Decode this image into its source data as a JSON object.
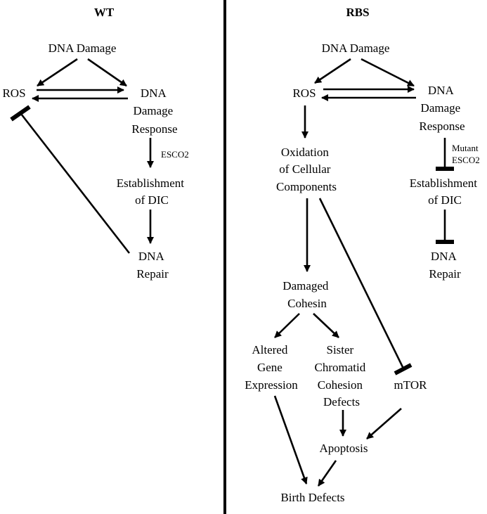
{
  "panels": {
    "wt": {
      "heading": "WT",
      "dna_damage": [
        "DNA Damage"
      ],
      "ros": [
        "ROS"
      ],
      "ddr": [
        "DNA",
        "Damage",
        "Response"
      ],
      "esco2": [
        "ESCO2"
      ],
      "establishment": [
        "Establishment",
        "of DIC"
      ],
      "repair": [
        "DNA",
        "Repair"
      ]
    },
    "rbs": {
      "heading": "RBS",
      "dna_damage": [
        "DNA Damage"
      ],
      "ros": [
        "ROS"
      ],
      "ddr": [
        "DNA",
        "Damage",
        "Response"
      ],
      "mutant_esco2": [
        "Mutant",
        "ESCO2"
      ],
      "establishment": [
        "Establishment",
        "of DIC"
      ],
      "repair": [
        "DNA",
        "Repair"
      ],
      "oxidation": [
        "Oxidation",
        "of Cellular",
        "Components"
      ],
      "damaged_cohesin": [
        "Damaged",
        "Cohesin"
      ],
      "altered_gene": [
        "Altered",
        "Gene",
        "Expression"
      ],
      "sister_chromatid": [
        "Sister",
        "Chromatid",
        "Cohesion",
        "Defects"
      ],
      "mtor": [
        "mTOR"
      ],
      "apoptosis": [
        "Apoptosis"
      ],
      "birth_defects": [
        "Birth Defects"
      ]
    }
  },
  "colors": {
    "ink": "#000000",
    "background": "#ffffff"
  }
}
